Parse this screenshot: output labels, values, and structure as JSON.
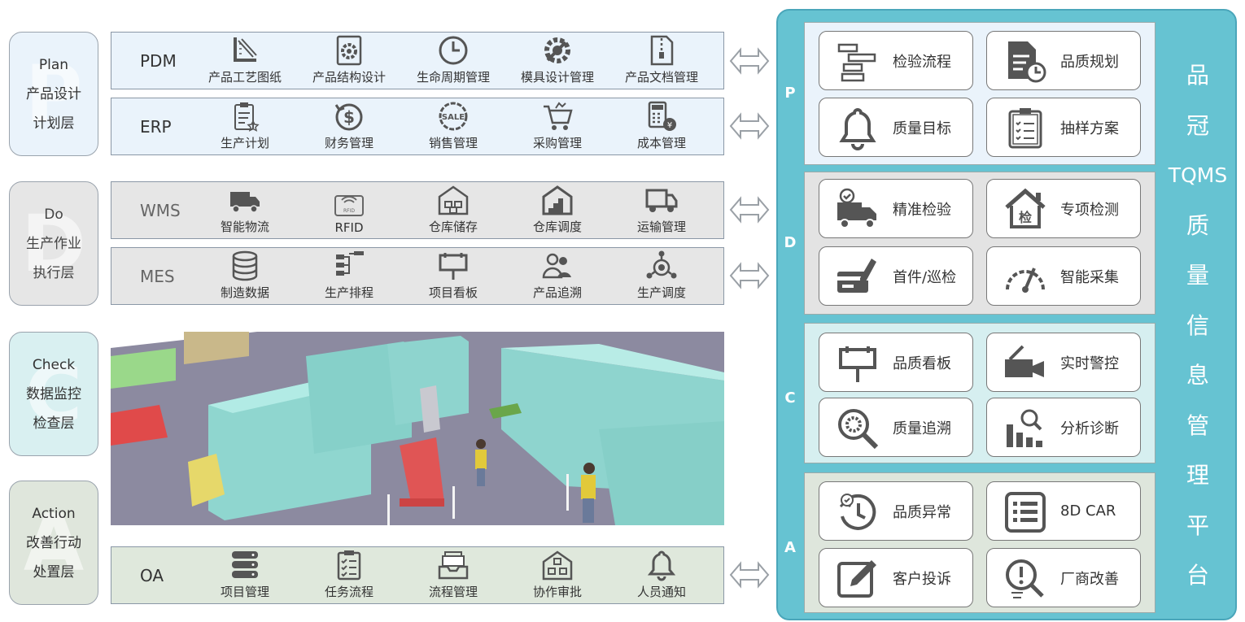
{
  "phases": [
    {
      "letter": "P",
      "lines": [
        "Plan",
        "产品设计",
        "计划层"
      ]
    },
    {
      "letter": "D",
      "lines": [
        "Do",
        "生产作业",
        "执行层"
      ]
    },
    {
      "letter": "C",
      "lines": [
        "Check",
        "数据监控",
        "检查层"
      ]
    },
    {
      "letter": "A",
      "lines": [
        "Action",
        "改善行动",
        "处置层"
      ]
    }
  ],
  "systems": {
    "pdm": {
      "name": "PDM",
      "items": [
        {
          "label": "产品工艺图纸",
          "icon": "ruler-icon"
        },
        {
          "label": "产品结构设计",
          "icon": "gear-doc-icon"
        },
        {
          "label": "生命周期管理",
          "icon": "clock-icon"
        },
        {
          "label": "模具设计管理",
          "icon": "tools-gear-icon"
        },
        {
          "label": "产品文档管理",
          "icon": "zip-file-icon"
        }
      ]
    },
    "erp": {
      "name": "ERP",
      "items": [
        {
          "label": "生产计划",
          "icon": "clipboard-star-icon"
        },
        {
          "label": "财务管理",
          "icon": "dollar-icon"
        },
        {
          "label": "销售管理",
          "icon": "sale-badge-icon"
        },
        {
          "label": "采购管理",
          "icon": "cart-icon"
        },
        {
          "label": "成本管理",
          "icon": "calculator-yen-icon"
        }
      ]
    },
    "wms": {
      "name": "WMS",
      "items": [
        {
          "label": "智能物流",
          "icon": "truck-icon"
        },
        {
          "label": "RFID",
          "icon": "rfid-icon"
        },
        {
          "label": "仓库储存",
          "icon": "warehouse-icon"
        },
        {
          "label": "仓库调度",
          "icon": "warehouse-stairs-icon"
        },
        {
          "label": "运输管理",
          "icon": "transport-truck-icon"
        }
      ]
    },
    "mes": {
      "name": "MES",
      "items": [
        {
          "label": "制造数据",
          "icon": "database-icon"
        },
        {
          "label": "生产排程",
          "icon": "schedule-icon"
        },
        {
          "label": "项目看板",
          "icon": "board-icon"
        },
        {
          "label": "产品追溯",
          "icon": "people-icon"
        },
        {
          "label": "生产调度",
          "icon": "network-icon"
        }
      ]
    },
    "oa": {
      "name": "OA",
      "items": [
        {
          "label": "项目管理",
          "icon": "server-icon"
        },
        {
          "label": "任务流程",
          "icon": "checklist-icon"
        },
        {
          "label": "流程管理",
          "icon": "tray-icon"
        },
        {
          "label": "协作审批",
          "icon": "building-icon"
        },
        {
          "label": "人员通知",
          "icon": "bell-icon"
        }
      ]
    }
  },
  "platform": {
    "title_chars": [
      "品",
      "冠",
      "TQMS",
      "质",
      "量",
      "信",
      "息",
      "管",
      "理",
      "平",
      "台"
    ],
    "bands": [
      {
        "letter": "P",
        "cards": [
          {
            "label": "检验流程",
            "icon": "flow-icon"
          },
          {
            "label": "品质规划",
            "icon": "file-clock-icon"
          },
          {
            "label": "质量目标",
            "icon": "bell-icon"
          },
          {
            "label": "抽样方案",
            "icon": "checklist-icon"
          }
        ]
      },
      {
        "letter": "D",
        "cards": [
          {
            "label": "精准检验",
            "icon": "check-truck-icon"
          },
          {
            "label": "专项检测",
            "icon": "inspect-house-icon"
          },
          {
            "label": "首件/巡检",
            "icon": "card-pen-icon"
          },
          {
            "label": "智能采集",
            "icon": "gauge-icon"
          }
        ]
      },
      {
        "letter": "C",
        "cards": [
          {
            "label": "品质看板",
            "icon": "board-icon"
          },
          {
            "label": "实时警控",
            "icon": "camera-icon"
          },
          {
            "label": "质量追溯",
            "icon": "magnifier-gear-icon"
          },
          {
            "label": "分析诊断",
            "icon": "chart-search-icon"
          }
        ]
      },
      {
        "letter": "A",
        "cards": [
          {
            "label": "品质异常",
            "icon": "history-check-icon"
          },
          {
            "label": "8D CAR",
            "icon": "list-icon"
          },
          {
            "label": "客户投诉",
            "icon": "edit-icon"
          },
          {
            "label": "厂商改善",
            "icon": "search-alert-icon"
          }
        ]
      }
    ]
  },
  "colors": {
    "platform": "#66c3d2",
    "plan": "#eaf3fb",
    "do": "#e6e6e6",
    "check": "#d9f0f1",
    "action": "#dfe6dc",
    "icon": "#555555"
  }
}
